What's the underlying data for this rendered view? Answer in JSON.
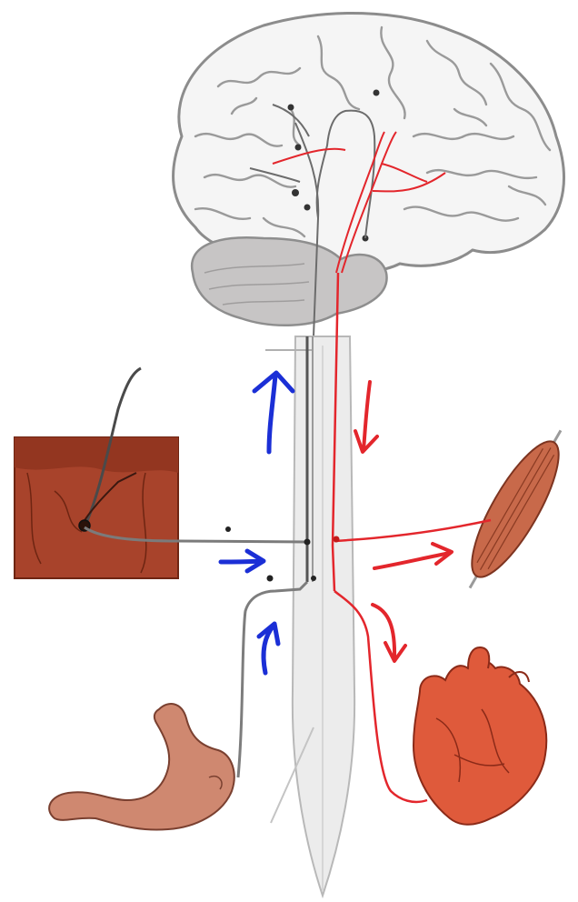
{
  "diagram": {
    "labels": [],
    "parts": [
      "brain",
      "cerebellum",
      "spinal-cord",
      "skin-with-hair",
      "muscle",
      "heart",
      "stomach",
      "afferent-sensory-pathway",
      "efferent-motor-pathway"
    ],
    "arrows": {
      "afferent": [
        "up",
        "up",
        "right"
      ],
      "efferent": [
        "down",
        "right",
        "down"
      ]
    },
    "colors": {
      "afferent": "#1b2fd6",
      "efferent": "#e3262c",
      "brain_outline": "#8f8f8f",
      "brain_fill": "#f4f4f4",
      "cerebellum": "#c6c4c4",
      "skin": "#a9432a",
      "skin_dark": "#7a2a16",
      "heart": "#df5a3b",
      "muscle": "#c8694a",
      "stomach": "#cf8870",
      "cord": "#e6e6e6"
    }
  }
}
